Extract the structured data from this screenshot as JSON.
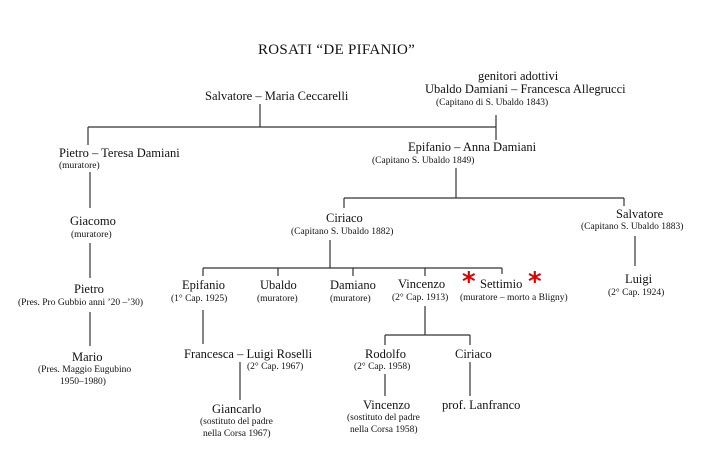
{
  "title": "ROSATI “DE PIFANIO”",
  "accent_color": "#e10000",
  "people": {
    "genitori_label": "genitori adottivi",
    "ubaldo_francesca": {
      "name": "Ubaldo Damiani – Francesca Allegrucci",
      "note": "(Capitano di S. Ubaldo 1843)"
    },
    "salvatore_maria": {
      "name": "Salvatore – Maria Ceccarelli"
    },
    "pietro_teresa": {
      "name": "Pietro – Teresa Damiani",
      "note": "(muratore)"
    },
    "epifanio_anna": {
      "name": "Epifanio – Anna Damiani",
      "note": "(Capitano S. Ubaldo 1849)"
    },
    "giacomo": {
      "name": "Giacomo",
      "note": "(muratore)"
    },
    "pietro2": {
      "name": "Pietro",
      "note": "(Pres. Pro Gubbio anni ’20 –’30)"
    },
    "mario": {
      "name": "Mario",
      "note1": "(Pres. Maggio Eugubino",
      "note2": "1950–1980)"
    },
    "ciriaco": {
      "name": "Ciriaco",
      "note": "(Capitano S. Ubaldo 1882)"
    },
    "salvatore2": {
      "name": "Salvatore",
      "note": "(Capitano S. Ubaldo 1883)"
    },
    "luigi": {
      "name": "Luigi",
      "note": "(2° Cap. 1924)"
    },
    "epifanio2": {
      "name": "Epifanio",
      "note": "(1° Cap. 1925)"
    },
    "ubaldo2": {
      "name": "Ubaldo",
      "note": "(muratore)"
    },
    "damiano": {
      "name": "Damiano",
      "note": "(muratore)"
    },
    "vincenzo": {
      "name": "Vincenzo",
      "note": "(2° Cap. 1913)"
    },
    "settimio": {
      "name": "Settimio",
      "note": "(muratore – morto a Bligny)",
      "marker": "*"
    },
    "francesca_luigi": {
      "name": "Francesca – Luigi Roselli",
      "note": "(2° Cap. 1967)"
    },
    "giancarlo": {
      "name": "Giancarlo",
      "note1": "(sostituto del padre",
      "note2": "nella Corsa 1967)"
    },
    "rodolfo": {
      "name": "Rodolfo",
      "note": "(2° Cap. 1958)"
    },
    "ciriaco2": {
      "name": "Ciriaco"
    },
    "vincenzo2": {
      "name": "Vincenzo",
      "note1": "(sostituto del padre",
      "note2": "nella Corsa 1958)"
    },
    "lanfranco": {
      "name": "prof. Lanfranco"
    }
  }
}
